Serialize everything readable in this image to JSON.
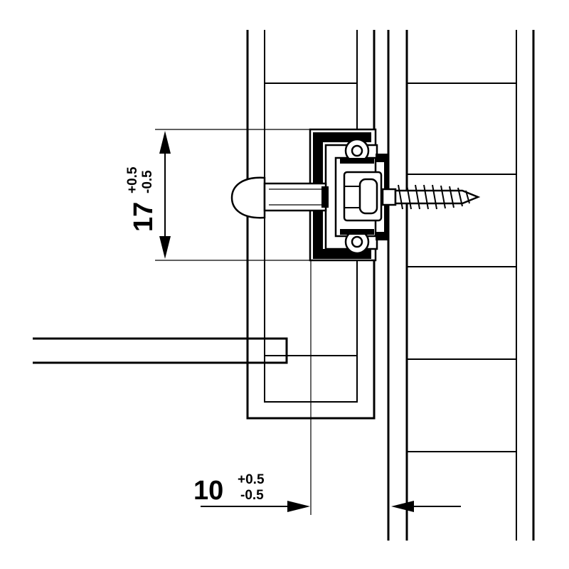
{
  "dimensions": {
    "vertical": {
      "value": "17",
      "tol_plus": "+0.5",
      "tol_minus": "-0.5"
    },
    "horizontal": {
      "value": "10",
      "tol_plus": "+0.5",
      "tol_minus": "-0.5"
    }
  }
}
